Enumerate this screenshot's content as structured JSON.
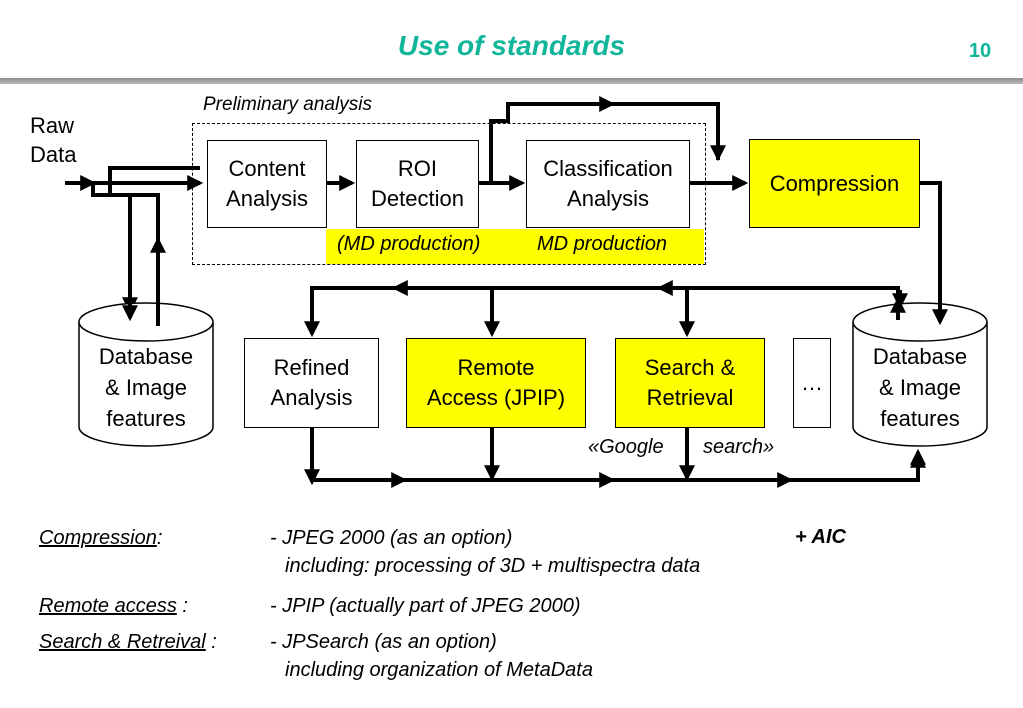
{
  "slide": {
    "title": "Use of standards",
    "page_number": "10"
  },
  "diagram": {
    "raw_data": [
      "Raw",
      "Data"
    ],
    "preliminary_label": "Preliminary analysis",
    "content_analysis": [
      "Content",
      "Analysis"
    ],
    "roi_detection": [
      "ROI",
      "Detection"
    ],
    "classification_analysis": [
      "Classification",
      "Analysis"
    ],
    "compression": "Compression",
    "md_production_paren": "(MD production)",
    "md_production": "MD production",
    "db_left": [
      "Database",
      "& Image",
      "features"
    ],
    "db_right": [
      "Database",
      "& Image",
      "features"
    ],
    "refined_analysis": [
      "Refined",
      "Analysis"
    ],
    "remote_access": [
      "Remote",
      "Access (JPIP)"
    ],
    "search_retrieval": [
      "Search &",
      "Retrieval"
    ],
    "ellipsis": "…",
    "google_left": "«Google",
    "google_right": "search»",
    "colors": {
      "highlight": "#ffff00",
      "title": "#10b59a",
      "lines": "#000000"
    }
  },
  "notes": {
    "compression_label": "Compression",
    "compression_colon": ":",
    "compression_line1": "- JPEG 2000 (as an option)",
    "compression_line2": "including: processing of 3D + multispectra data",
    "aic": "+ AIC",
    "remote_label": "Remote access",
    "remote_colon": " :",
    "remote_line1": "- JPIP (actually part of JPEG 2000)",
    "search_label": "Search & Retreival",
    "search_colon": " :",
    "search_line1": "- JPSearch (as an option)",
    "search_line2": "including organization of MetaData"
  }
}
